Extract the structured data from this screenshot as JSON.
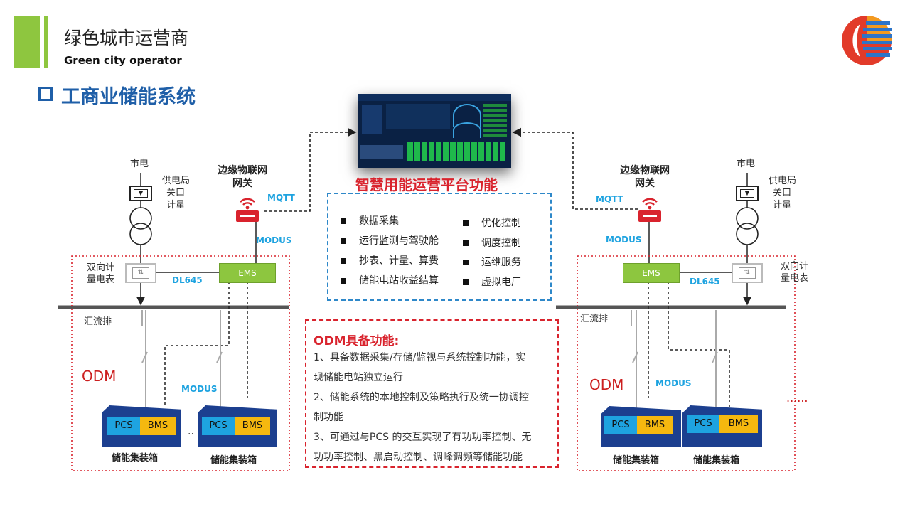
{
  "header": {
    "title_cn": "绿色城市运营商",
    "title_en": "Green city operator",
    "section_title": "工商业储能系统"
  },
  "platform": {
    "title": "智慧用能运营平台功能",
    "functions_left": [
      "数据采集",
      "运行监测与驾驶舱",
      "抄表、计量、算费",
      "储能电站收益结算"
    ],
    "functions_right": [
      "优化控制",
      "调度控制",
      "运维服务",
      "虚拟电厂"
    ]
  },
  "odm_box": {
    "title": "ODM具备功能:",
    "lines": [
      "1、具备数据采集/存储/监视与系统控制功能，实",
      "现储能电站独立运行",
      "2、储能系统的本地控制及策略执行及统一协调控",
      "制功能",
      "3、可通过与PCS 的交互实现了有功功率控制、无",
      "功功率控制、黑启动控制、调峰调频等储能功能"
    ]
  },
  "left_site": {
    "grid": "市电",
    "meter_label": [
      "供电局",
      "关口",
      "计量"
    ],
    "gateway": [
      "边缘物联网",
      "网关"
    ],
    "mqtt": "MQTT",
    "modus_top": "MODUS",
    "bidir_meter": [
      "双向计",
      "量电表"
    ],
    "dl645": "DL645",
    "ems": "EMS",
    "busbar": "汇流排",
    "odm": "ODM",
    "modus_bottom": "MODUS",
    "pcs": "PCS",
    "bms": "BMS",
    "container_label": "储能集装箱",
    "ellipsis": "......"
  },
  "right_site": {
    "grid": "市电",
    "meter_label": [
      "供电局",
      "关口",
      "计量"
    ],
    "gateway": [
      "边缘物联网",
      "网关"
    ],
    "mqtt": "MQTT",
    "modus_top": "MODUS",
    "bidir_meter": [
      "双向计",
      "量电表"
    ],
    "dl645": "DL645",
    "ems": "EMS",
    "busbar": "汇流排",
    "odm": "ODM",
    "modus_bottom": "MODUS",
    "pcs": "PCS",
    "bms": "BMS",
    "container_label": "储能集装箱",
    "ellipsis": "......"
  },
  "colors": {
    "green": "#8ec63f",
    "blue": "#1f5fa8",
    "sky": "#1ea3e0",
    "red": "#d9232d",
    "navy": "#1c3f8f",
    "yellow": "#f5b80f"
  }
}
